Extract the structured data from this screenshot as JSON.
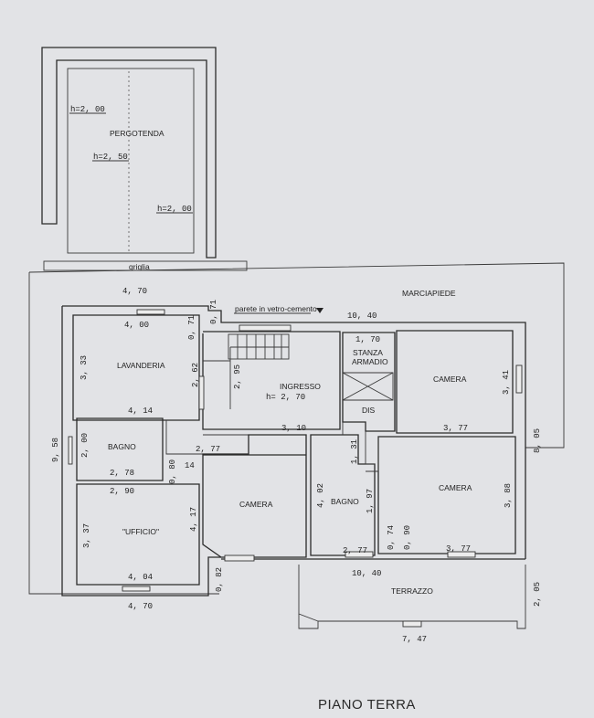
{
  "title": "PIANO TERRA",
  "pergola": {
    "label": "PERGOTENDA",
    "heights": [
      "h=2, 00",
      "h=2, 50",
      "h=2, 00"
    ],
    "grate": "griglia"
  },
  "notes": {
    "sidewalk": "MARCIAPIEDE",
    "glass_wall": "parete in vetro-cemento"
  },
  "rooms": {
    "laundry": "LAVANDERIA",
    "bath_left": "BAGNO",
    "office": "\"UFFICIO\"",
    "entrance": "INGRESSO",
    "entrance_height": "h= 2, 70",
    "wardrobe_1": "STANZA",
    "wardrobe_2": "ARMADIO",
    "dis": "DIS",
    "bedroom_ne": "CAMERA",
    "bedroom_center": "CAMERA",
    "bath_center": "BAGNO",
    "bedroom_se": "CAMERA",
    "terrace": "TERRAZZO"
  },
  "dims": {
    "top_width": "4, 70",
    "laundry_w_top": "4, 00",
    "laundry_w_bottom": "4, 14",
    "laundry_h": "3, 33",
    "laundry_right_h": "2, 62",
    "d071a": "0, 71",
    "d071b": "0, 71",
    "overall_top": "10, 40",
    "d170": "1, 70",
    "stair_h": "2, 95",
    "entrance_w": "3, 10",
    "bed_ne_h": "3, 41",
    "bed_ne_w": "3, 77",
    "overall_right": "8, 05",
    "overall_left": "9, 58",
    "bath_left_h": "2, 00",
    "bath_left_w": "2, 78",
    "d277a": "2, 77",
    "d080": "0, 80",
    "d14": "14",
    "office_w_top": "2, 90",
    "office_h": "3, 37",
    "office_w_bottom": "4, 04",
    "office_right_h": "4, 17",
    "bath_c_h": "4, 02",
    "d131": "1, 31",
    "d197": "1, 97",
    "bed_se_h": "3, 88",
    "d074": "0, 74",
    "d090": "0, 90",
    "d277b": "2, 77",
    "bed_se_w": "3, 77",
    "d082": "0, 82",
    "overall_bottom": "10, 40",
    "terrace_h": "2, 05",
    "bottom_width": "4, 70",
    "terrace_w": "7, 47"
  }
}
